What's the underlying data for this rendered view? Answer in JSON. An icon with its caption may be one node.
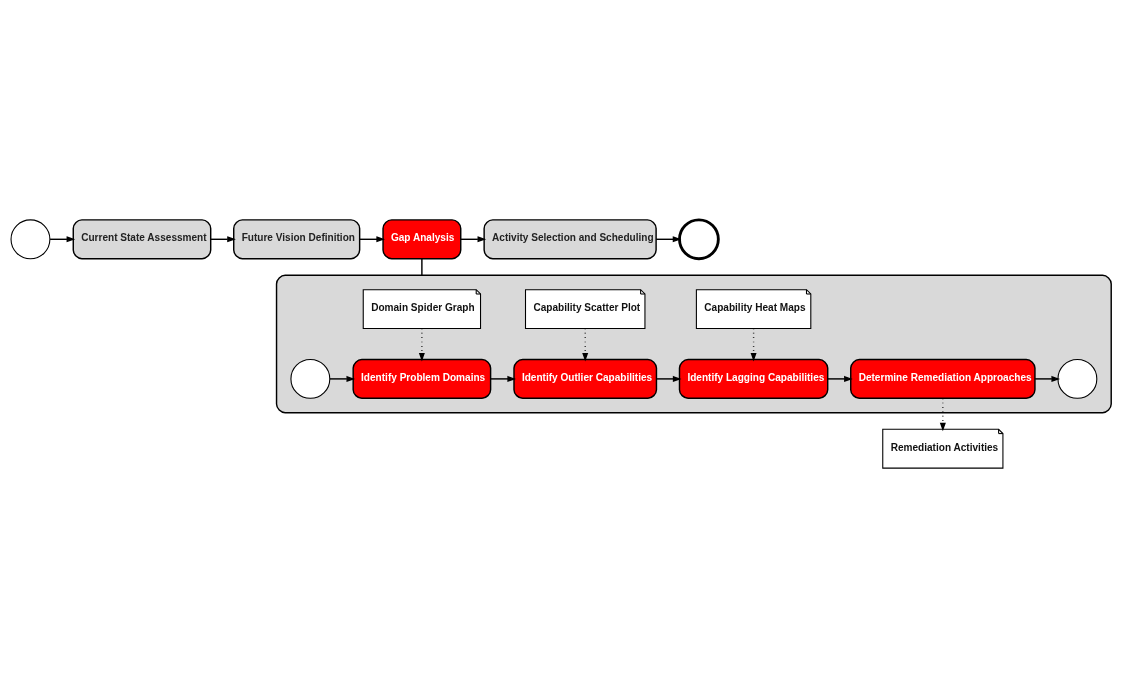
{
  "diagram": {
    "nodes": [
      {
        "text": [],
        "shape": "circle"
      },
      {
        "text": [
          "Current State Assessment"
        ]
      },
      {
        "text": [
          "Future Vision Definition"
        ]
      },
      {
        "text": [
          "Gap Analysis"
        ]
      },
      {
        "text": [
          "Activity Selection and Scheduling"
        ]
      },
      {
        "text": [],
        "shape": "circle"
      },
      {
        "text": [],
        "shape": "box"
      },
      {
        "text": [
          "Domain Spider Graph"
        ],
        "in": 6
      },
      {
        "text": [
          "Capability Scatter Plot"
        ],
        "in": 6
      },
      {
        "text": [
          "Capability Heat Maps"
        ],
        "in": 6
      },
      {
        "text": [],
        "shape": "circle",
        "in": 6
      },
      {
        "text": [
          "Identify Problem Domains"
        ],
        "in": 6
      },
      {
        "text": [
          "Identify Outlier Capabilities"
        ],
        "in": 6
      },
      {
        "text": [
          "Identify Lagging Capabilities"
        ],
        "in": 6
      },
      {
        "text": [
          "Determine Remediation Approaches"
        ],
        "in": 6
      },
      {
        "text": [],
        "shape": "circle",
        "in": 6
      },
      {
        "text": [
          "Remediation Activities"
        ]
      }
    ],
    "edges": [
      {
        "from": 0,
        "to": 1,
        "arrow": "to"
      },
      {
        "from": 1,
        "to": 2,
        "arrow": "to"
      },
      {
        "from": 2,
        "to": 3,
        "arrow": "to"
      },
      {
        "from": 3,
        "to": 4,
        "arrow": "to"
      },
      {
        "from": 4,
        "to": 5,
        "arrow": "to"
      },
      {
        "from": 3,
        "to": 6,
        "arrow": "none"
      },
      {
        "from": 10,
        "to": 11,
        "arrow": "to"
      },
      {
        "from": 11,
        "to": 12,
        "arrow": "to"
      },
      {
        "from": 12,
        "to": 13,
        "arrow": "to"
      },
      {
        "from": 13,
        "to": 14,
        "arrow": "to"
      },
      {
        "from": 14,
        "to": 15,
        "arrow": "to"
      },
      {
        "from": 7,
        "to": 11,
        "arrow": "to",
        "style": "dashed"
      },
      {
        "from": 8,
        "to": 12,
        "arrow": "to",
        "style": "dashed"
      },
      {
        "from": 9,
        "to": 13,
        "arrow": "to",
        "style": "dashed"
      },
      {
        "from": 14,
        "to": 16,
        "arrow": "to",
        "style": "dashed"
      }
    ]
  }
}
